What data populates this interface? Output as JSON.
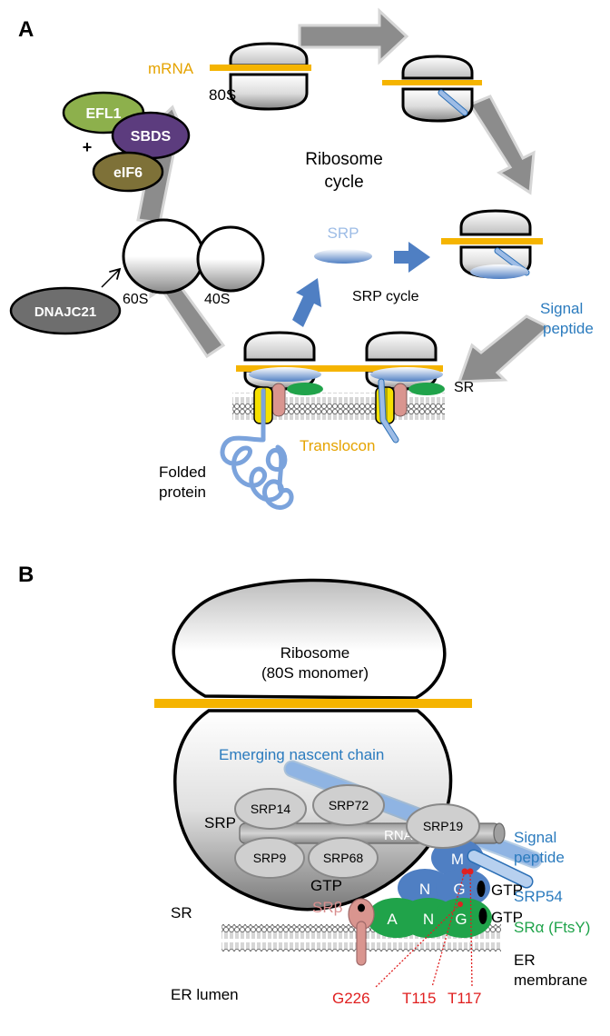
{
  "panel_a": {
    "panel_letter": "A",
    "mrna": "mRNA",
    "s80": "80S",
    "s60": "60S",
    "s40": "40S",
    "efl1": "EFL1",
    "sbds": "SBDS",
    "plus": "+",
    "eif6": "eIF6",
    "dnajc21": "DNAJC21",
    "ribosome_cycle_1": "Ribosome",
    "ribosome_cycle_2": "cycle",
    "srp": "SRP",
    "srp_cycle": "SRP cycle",
    "signal_peptide_1": "Signal",
    "signal_peptide_2": "peptide",
    "sr": "SR",
    "translocon": "Translocon",
    "folded_1": "Folded",
    "folded_2": "protein"
  },
  "panel_b": {
    "panel_letter": "B",
    "ribosome_1": "Ribosome",
    "ribosome_2": "(80S monomer)",
    "nascent_chain": "Emerging nascent chain",
    "srp": "SRP",
    "srp14": "SRP14",
    "srp72": "SRP72",
    "srp9": "SRP9",
    "srp68": "SRP68",
    "srp19": "SRP19",
    "rna": "RNA",
    "m": "M",
    "n_upper": "N",
    "g_upper": "G",
    "signal_peptide_1": "Signal",
    "signal_peptide_2": "peptide",
    "gtp_right_1": "GTP",
    "gtp_right_2": "GTP",
    "gtp_left": "GTP",
    "srp54": "SRP54",
    "sr": "SR",
    "sr_beta": "SRβ",
    "a": "A",
    "n_lower": "N",
    "g_lower": "G",
    "sr_alpha": "SRα (FtsY)",
    "er_membrane_1": "ER",
    "er_membrane_2": "membrane",
    "er_lumen": "ER lumen",
    "g226": "G226",
    "t115": "T115",
    "t117": "T117"
  },
  "colors": {
    "mrna": "#F5B400",
    "arrow_gray": "#8C8C8C",
    "srp_blue": "#4F7FC3",
    "light_blue": "#9DBCE6",
    "efl1_green": "#8DB04C",
    "sbds_purple": "#5C3C7E",
    "eif6_olive": "#7E7138",
    "dnajc21_gray": "#6E6E6E",
    "sr_green": "#20A34A",
    "srbeta_pink": "#D9958F",
    "translocon_yellow": "#F5E000",
    "residue_red": "#E02020",
    "label_blue": "#2B7BBE",
    "label_green": "#1FA34A",
    "label_gold": "#E5A300",
    "label_pink": "#D98E8E"
  }
}
